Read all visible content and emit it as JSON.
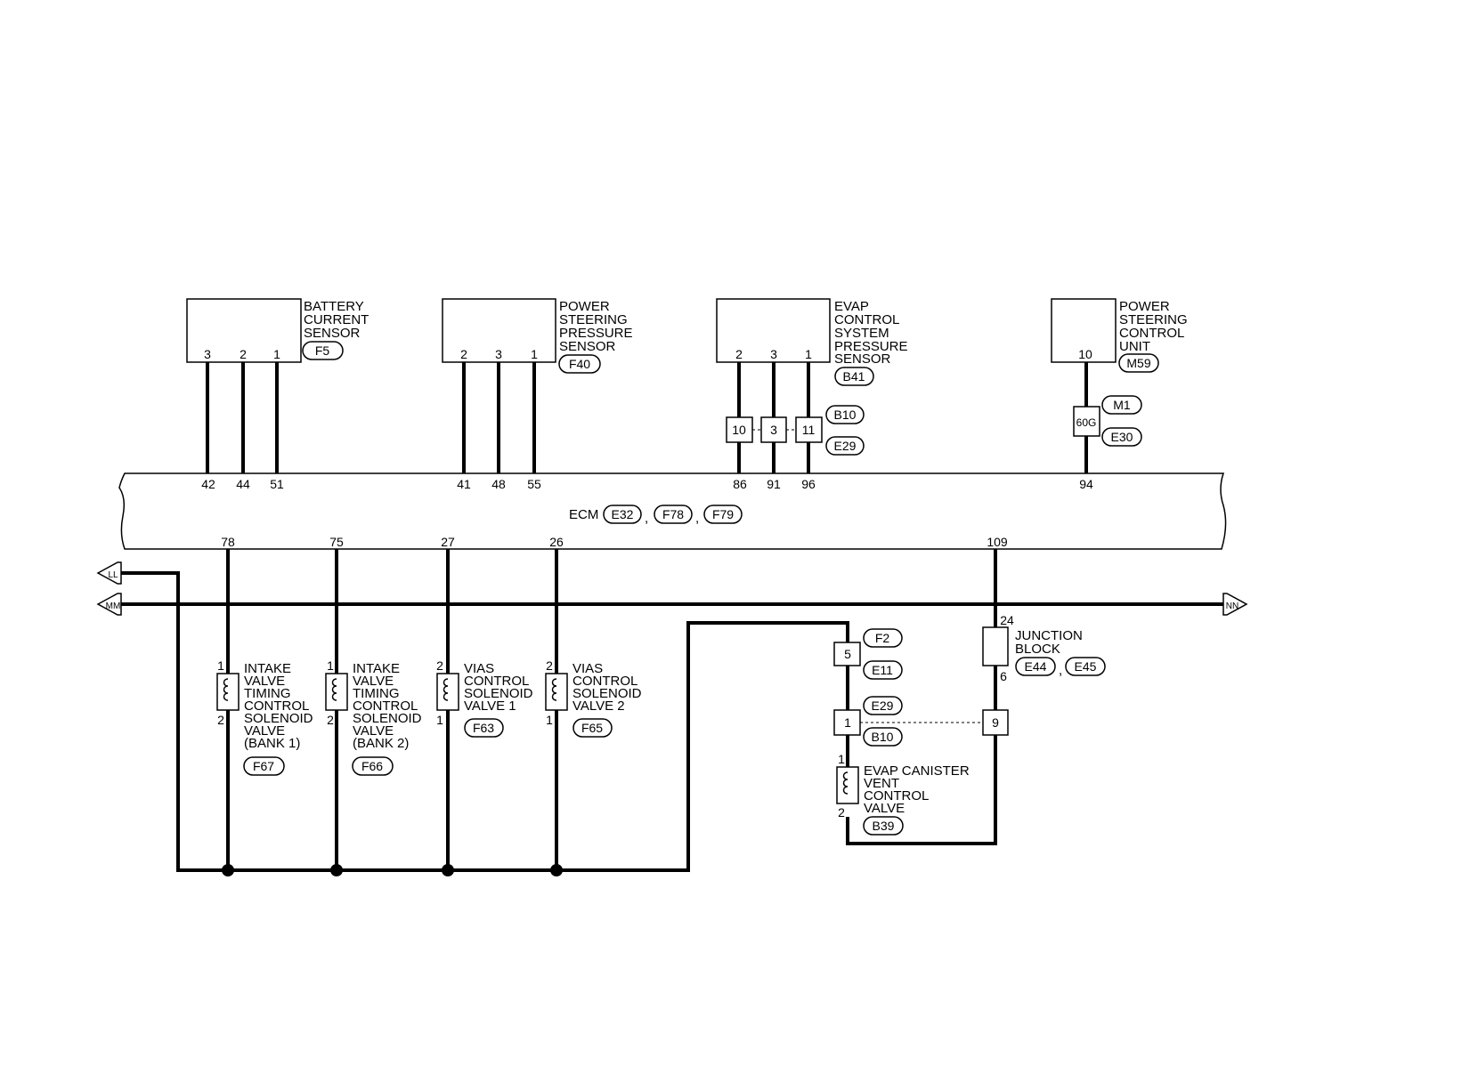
{
  "components": {
    "battery_sensor": {
      "name": [
        "BATTERY",
        "CURRENT",
        "SENSOR"
      ],
      "connector": "F5",
      "pins": [
        "3",
        "2",
        "1"
      ]
    },
    "ps_pressure_sensor": {
      "name": [
        "POWER",
        "STEERING",
        "PRESSURE",
        "SENSOR"
      ],
      "connector": "F40",
      "pins": [
        "2",
        "3",
        "1"
      ]
    },
    "evap_pressure_sensor": {
      "name": [
        "EVAP",
        "CONTROL",
        "SYSTEM",
        "PRESSURE",
        "SENSOR"
      ],
      "connector": "B41",
      "pins": [
        "2",
        "3",
        "1"
      ]
    },
    "ps_control_unit": {
      "name": [
        "POWER",
        "STEERING",
        "CONTROL",
        "UNIT"
      ],
      "connector": "M59",
      "pins": [
        "10"
      ]
    },
    "ivt_bank1": {
      "name": [
        "INTAKE",
        "VALVE",
        "TIMING",
        "CONTROL",
        "SOLENOID",
        "VALVE",
        "(BANK 1)"
      ],
      "connector": "F67",
      "pin_top": "1",
      "pin_bottom": "2"
    },
    "ivt_bank2": {
      "name": [
        "INTAKE",
        "VALVE",
        "TIMING",
        "CONTROL",
        "SOLENOID",
        "VALVE",
        "(BANK 2)"
      ],
      "connector": "F66",
      "pin_top": "1",
      "pin_bottom": "2"
    },
    "vias1": {
      "name": [
        "VIAS",
        "CONTROL",
        "SOLENOID",
        "VALVE 1"
      ],
      "connector": "F63",
      "pin_top": "2",
      "pin_bottom": "1"
    },
    "vias2": {
      "name": [
        "VIAS",
        "CONTROL",
        "SOLENOID",
        "VALVE 2"
      ],
      "connector": "F65",
      "pin_top": "2",
      "pin_bottom": "1"
    },
    "evap_vent_valve": {
      "name": [
        "EVAP CANISTER",
        "VENT",
        "CONTROL",
        "VALVE"
      ],
      "connector": "B39",
      "pin_top": "1",
      "pin_bottom": "2"
    },
    "junction_block": {
      "name": [
        "JUNCTION",
        "BLOCK"
      ],
      "connectors": [
        "E44",
        "E45"
      ],
      "pin_top": "24",
      "pin_bottom": "6"
    }
  },
  "ecm": {
    "label": "ECM",
    "connectors": [
      "E32",
      "F78",
      "F79"
    ],
    "top_pins": [
      "42",
      "44",
      "51",
      "41",
      "48",
      "55",
      "86",
      "91",
      "96",
      "94"
    ],
    "bottom_pins": [
      "78",
      "75",
      "27",
      "26",
      "109"
    ]
  },
  "inline_connectors": {
    "evap_sensor_joint": {
      "pins": [
        "10",
        "3",
        "11"
      ],
      "connector_a": "B10",
      "connector_b": "E29"
    },
    "ps_unit_joint": {
      "pin": "60G",
      "connector_a": "M1",
      "connector_b": "E30"
    },
    "f2_joint": {
      "pin": "5",
      "connector_a": "F2",
      "connector_b": "E11"
    },
    "e29_joint": {
      "pin_left": "1",
      "pin_right": "9",
      "connector_a": "E29",
      "connector_b": "B10"
    }
  },
  "page_refs": {
    "left_upper": "LL",
    "left_lower": "MM",
    "right": "NN"
  }
}
